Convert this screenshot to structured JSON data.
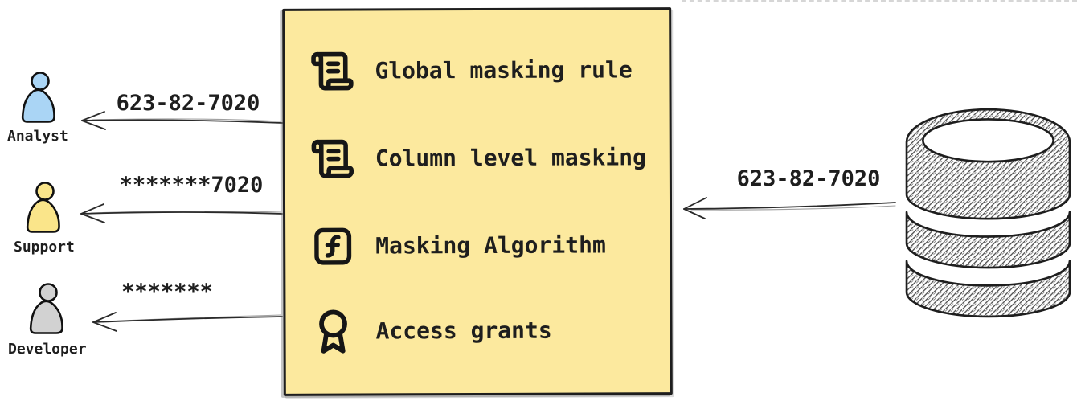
{
  "colors": {
    "ink": "#1e1e1e",
    "box_fill": "#fce99e",
    "analyst_fill": "#aad5f5",
    "support_fill": "#fae58a",
    "developer_fill": "#d2d2d2"
  },
  "users": [
    {
      "name": "Analyst",
      "received_value": "623-82-7020",
      "fill": "#aad5f5"
    },
    {
      "name": "Support",
      "received_value": "*******7020",
      "fill": "#fae58a"
    },
    {
      "name": "Developer",
      "received_value": "*******",
      "fill": "#d2d2d2"
    }
  ],
  "masking_box": {
    "items": [
      {
        "icon": "scroll-text-icon",
        "label": "Global masking rule"
      },
      {
        "icon": "scroll-text-icon",
        "label": "Column level masking"
      },
      {
        "icon": "function-square-icon",
        "label": "Masking Algorithm"
      },
      {
        "icon": "award-icon",
        "label": "Access grants"
      }
    ]
  },
  "database": {
    "icon": "database-icon",
    "outgoing_value": "623-82-7020"
  }
}
